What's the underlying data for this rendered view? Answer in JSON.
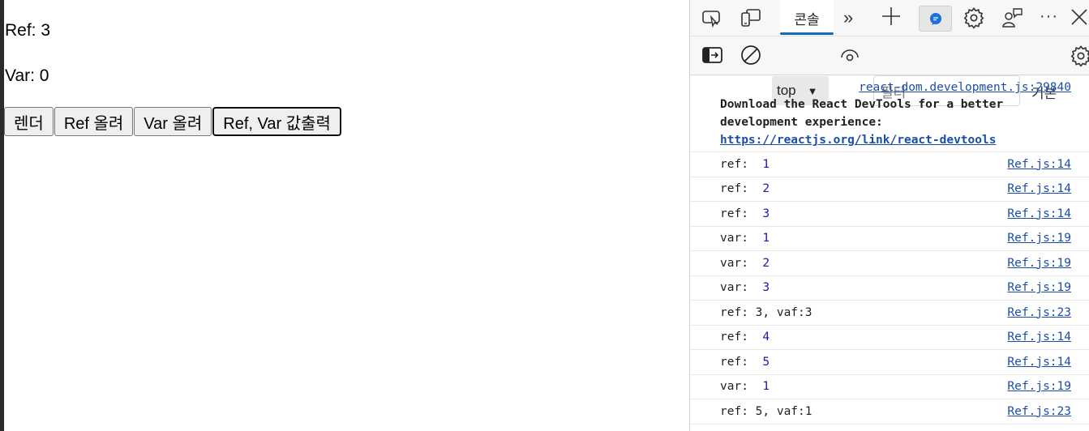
{
  "page": {
    "ref_text": "Ref: 3",
    "var_text": "Var: 0",
    "buttons": [
      {
        "label": "렌더"
      },
      {
        "label": "Ref 올려"
      },
      {
        "label": "Var 올려"
      },
      {
        "label": "Ref, Var 값출력",
        "focused": true
      }
    ]
  },
  "devtools": {
    "toolbar": {
      "active_tab": "콘솔",
      "icons": [
        "inspect-icon",
        "device-emulation-icon",
        "more-tabs-icon",
        "add-tab-icon",
        "feedback-chat-icon",
        "settings-icon",
        "help-feedback-icon",
        "more-options-icon",
        "close-icon"
      ]
    },
    "console_toolbar": {
      "context": "top",
      "filter_placeholder": "필터",
      "level": "기본"
    },
    "messages": {
      "first": {
        "source": "react-dom.development.js:29840",
        "text": "Download the React DevTools for a better development experience: ",
        "link": "https://reactjs.org/link/react-devtools"
      },
      "rows": [
        {
          "label": "ref:  ",
          "value": "1",
          "source": "Ref.js:14"
        },
        {
          "label": "ref:  ",
          "value": "2",
          "source": "Ref.js:14"
        },
        {
          "label": "ref:  ",
          "value": "3",
          "source": "Ref.js:14"
        },
        {
          "label": "var:  ",
          "value": "1",
          "source": "Ref.js:19"
        },
        {
          "label": "var:  ",
          "value": "2",
          "source": "Ref.js:19"
        },
        {
          "label": "var:  ",
          "value": "3",
          "source": "Ref.js:19"
        },
        {
          "label": "ref: 3, vaf:3",
          "value": "",
          "source": "Ref.js:23"
        },
        {
          "label": "ref:  ",
          "value": "4",
          "source": "Ref.js:14"
        },
        {
          "label": "ref:  ",
          "value": "5",
          "source": "Ref.js:14"
        },
        {
          "label": "var:  ",
          "value": "1",
          "source": "Ref.js:19"
        },
        {
          "label": "ref: 5, vaf:1",
          "value": "",
          "source": "Ref.js:23"
        }
      ]
    }
  }
}
